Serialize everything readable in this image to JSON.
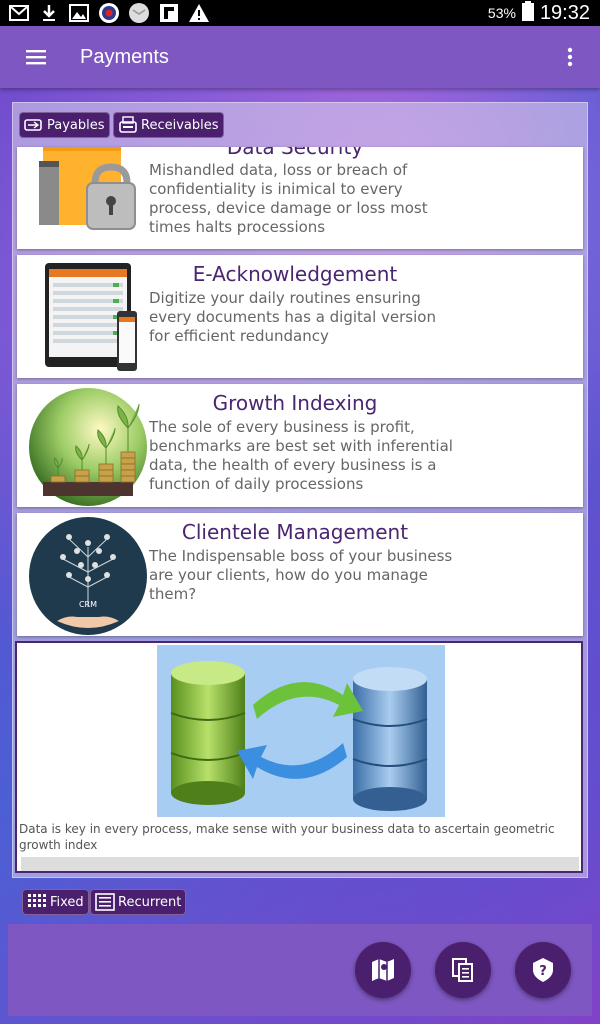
{
  "status": {
    "battery": "53%",
    "time": "19:32"
  },
  "appbar": {
    "title": "Payments"
  },
  "tabs_top": [
    {
      "label": "Payables"
    },
    {
      "label": "Receivables"
    }
  ],
  "cards": [
    {
      "title": "Data Security",
      "desc": "Mishandled data, loss or breach of confidentiality is inimical to every process, device damage or loss most times halts processions"
    },
    {
      "title": "E-Acknowledgement",
      "desc": "Digitize your daily routines ensuring every documents has a digital version for efficient redundancy"
    },
    {
      "title": "Growth Indexing",
      "desc": "The sole of every business is profit, benchmarks are best set with inferential data, the health of every business is a function of daily processions"
    },
    {
      "title": "Clientele Management",
      "desc": "The Indispensable boss of your business are your clients, how do you manage them?"
    }
  ],
  "feature": {
    "caption": "Data is key in every process, make sense with your business data to ascertain geometric growth index"
  },
  "tabs_bottom": [
    {
      "label": "Fixed"
    },
    {
      "label": "Recurrent"
    }
  ],
  "colors": {
    "appbar": "#7e57c2",
    "chip": "#4a1f6e",
    "title": "#4a2570"
  }
}
